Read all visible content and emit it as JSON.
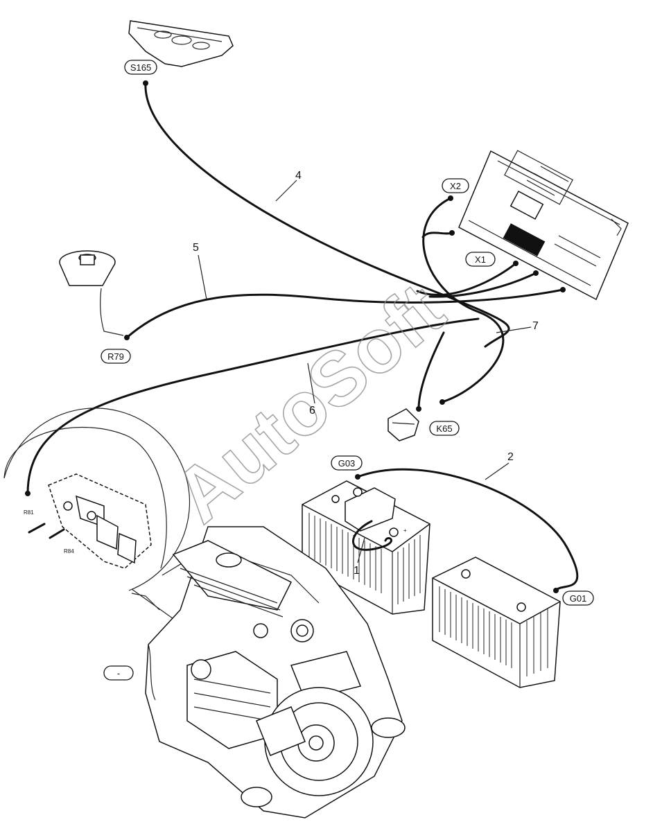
{
  "watermark": "AutoSoft",
  "components": {
    "S165": "S165",
    "X2": "X2",
    "X1": "X1",
    "R79": "R79",
    "K65": "K65",
    "G03": "G03",
    "G01": "G01",
    "R81": "R81",
    "R84": "R84",
    "minus": "-"
  },
  "callouts": {
    "c1": "1",
    "c2": "2",
    "c4": "4",
    "c5": "5",
    "c6": "6",
    "c7": "7"
  },
  "battery_terminals": {
    "plus": "+"
  }
}
